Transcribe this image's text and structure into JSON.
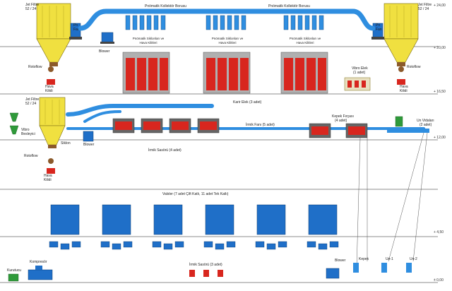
{
  "floors": {
    "f1": "+ 24,00",
    "f2": "+ 20,00",
    "f3": "+ 16,50",
    "f4": "+ 12,00",
    "f5": "+ 4,50",
    "f6": "± 0,00"
  },
  "top": {
    "jetfilter_left": [
      "Jet Filtre",
      "52 / 24"
    ],
    "jetfilter_right": [
      "Jet Filtre",
      "52 / 24"
    ],
    "fan_left": [
      "Pn",
      "Fan"
    ],
    "fan_right": [
      "Pn",
      "Fan"
    ],
    "collector_left": "Pnömatik Kollektör Borusu",
    "collector_right": "Pnömatik Kollektör Borusu",
    "blower": "Blower",
    "cyclone_group": [
      "Pnömatik Siklonları ve",
      "Hava Kilitleri"
    ],
    "rotoflow_left": "Rotoflow",
    "rotoflow_right": "Rotoflow",
    "airlock_left": [
      "Hava",
      "Kilidi"
    ],
    "airlock_right": [
      "Hava",
      "Kilidi"
    ],
    "vibro_top": [
      "Vibro Elek",
      "(1 adet)"
    ]
  },
  "mid": {
    "jetfilter": [
      "Jet Filtre",
      "52 / 24"
    ],
    "vibro": [
      "Vibro",
      "Besleyici"
    ],
    "karir_elek": "Karir Elek (3 adet)",
    "irmik_sasorusu_4": "İrmik Sasörü (4 adet)",
    "irmik_fani": "İrmik Fanı (5 adet)",
    "kepek_fircasi": [
      "Kepek Fırçası",
      "(4 adet)"
    ],
    "un_vidasi": [
      "Un Vidaları",
      "(2 adet)"
    ],
    "rotoflow": "Rotoflow",
    "airlock": [
      "Hava",
      "Kilidi"
    ],
    "siklon": "Siklon",
    "blower": "Blower"
  },
  "bottom": {
    "valsler": "Valsler (7 adet Çift Katlı, 11 adet Tek Katlı)",
    "irmik_sasorusu_3": "İrmik Sasörü (3 adet)",
    "kompresor": "Kompresör",
    "kurutucu": "Kurutucu",
    "blower": "Blower",
    "kepek": "Kepek",
    "un1": "Un-1",
    "un2": "Un-2"
  },
  "colors": {
    "filter_yellow": "#f0e040",
    "pipe_blue": "#2f8ee0",
    "machine_blue": "#1f6fc8",
    "sifter_red": "#d8261e",
    "floor_line": "#8c8c8c",
    "green": "#2f9a3a"
  }
}
